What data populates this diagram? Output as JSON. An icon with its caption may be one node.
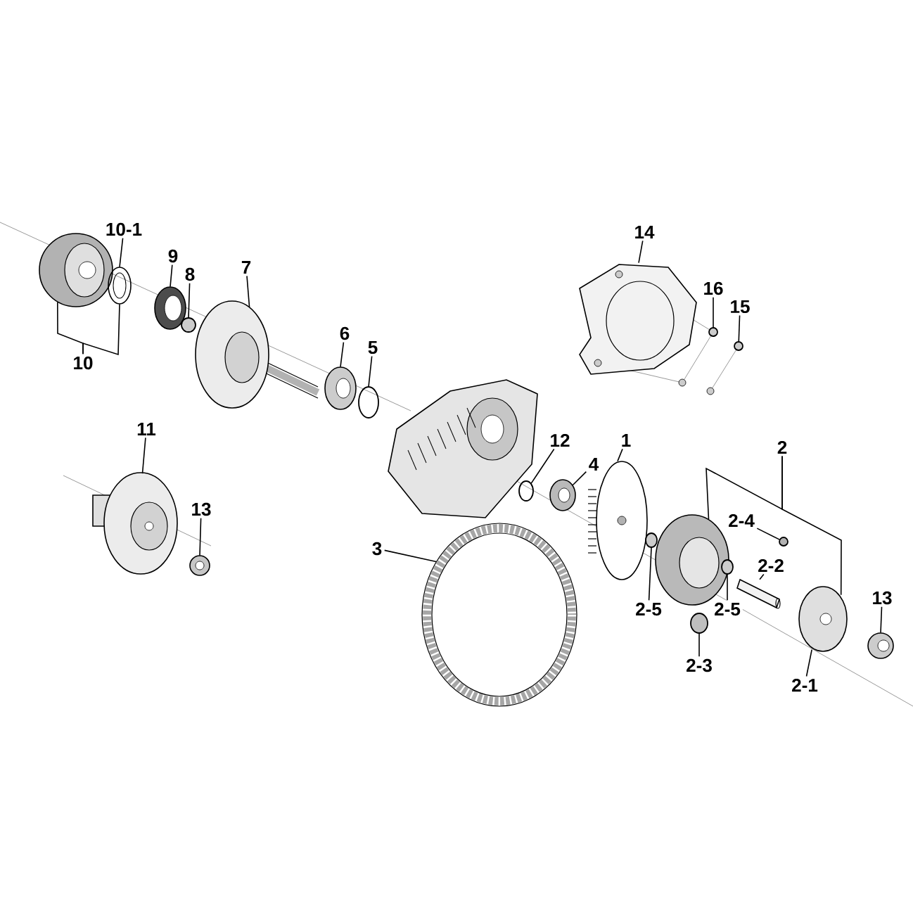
{
  "diagram": {
    "nodes": [
      {
        "text": [
          "14"
        ]
      },
      {
        "text": [
          "10-1"
        ]
      },
      {
        "text": [
          "9"
        ]
      },
      {
        "text": [
          "8"
        ]
      },
      {
        "text": [
          "7"
        ]
      },
      {
        "text": [
          "16"
        ]
      },
      {
        "text": [
          "15"
        ]
      },
      {
        "text": [
          "6"
        ]
      },
      {
        "text": [
          "5"
        ]
      },
      {
        "text": [
          "10"
        ]
      },
      {
        "text": [
          "11"
        ]
      },
      {
        "text": [
          "12"
        ]
      },
      {
        "text": [
          "1"
        ]
      },
      {
        "text": [
          "2"
        ]
      },
      {
        "text": [
          "4"
        ]
      },
      {
        "text": [
          "13"
        ]
      },
      {
        "text": [
          "2-4"
        ]
      },
      {
        "text": [
          "3"
        ]
      },
      {
        "text": [
          "2-2"
        ]
      },
      {
        "text": [
          "13"
        ]
      },
      {
        "text": [
          "2-5"
        ]
      },
      {
        "text": [
          "2-5"
        ]
      },
      {
        "text": [
          "2-3"
        ]
      },
      {
        "text": [
          "2-1"
        ]
      },
      {
        "text": [],
        "shape": "picture"
      },
      {
        "text": [],
        "shape": "picture"
      },
      {
        "text": [],
        "shape": "picture"
      },
      {
        "text": [],
        "shape": "picture"
      },
      {
        "text": [],
        "shape": "circle"
      },
      {
        "text": [],
        "shape": "picture"
      },
      {
        "text": [],
        "shape": "picture"
      },
      {
        "text": [],
        "shape": "picture"
      },
      {
        "text": [],
        "shape": "circle"
      },
      {
        "text": [],
        "shape": "picture"
      },
      {
        "text": [],
        "shape": "circle"
      },
      {
        "text": [],
        "shape": "picture"
      },
      {
        "text": [],
        "shape": "picture"
      },
      {
        "text": [],
        "shape": "picture"
      },
      {
        "text": [],
        "shape": "circle"
      },
      {
        "text": [],
        "shape": "picture"
      },
      {
        "text": [],
        "shape": "circle"
      },
      {
        "text": [],
        "shape": "circle"
      },
      {
        "text": [],
        "shape": "circle"
      },
      {
        "text": [],
        "shape": "circle"
      },
      {
        "text": [],
        "shape": "cylinder"
      },
      {
        "text": [],
        "shape": "circle"
      },
      {
        "text": [],
        "shape": "picture"
      },
      {
        "text": [],
        "shape": "picture"
      }
    ],
    "edges": [
      {
        "from": 0,
        "to": 37,
        "arrow": "none"
      },
      {
        "from": 1,
        "to": 25,
        "arrow": "none"
      },
      {
        "from": 2,
        "to": 27,
        "arrow": "none"
      },
      {
        "from": 3,
        "to": 28,
        "arrow": "none"
      },
      {
        "from": 4,
        "to": 30,
        "arrow": "none"
      },
      {
        "from": 5,
        "to": 41,
        "arrow": "none"
      },
      {
        "from": 6,
        "to": 43,
        "arrow": "none"
      },
      {
        "from": 7,
        "to": 31,
        "arrow": "none"
      },
      {
        "from": 8,
        "to": 32,
        "arrow": "none"
      },
      {
        "from": 9,
        "to": 24,
        "arrow": "none"
      },
      {
        "from": 9,
        "to": 25,
        "arrow": "none"
      },
      {
        "from": 10,
        "to": 26,
        "arrow": "none"
      },
      {
        "from": 11,
        "to": 34,
        "arrow": "none"
      },
      {
        "from": 12,
        "to": 36,
        "arrow": "none"
      },
      {
        "from": 13,
        "to": 39,
        "arrow": "none"
      },
      {
        "from": 13,
        "to": 46,
        "arrow": "none"
      },
      {
        "from": 14,
        "to": 35,
        "arrow": "none"
      },
      {
        "from": 15,
        "to": 29,
        "arrow": "none"
      },
      {
        "from": 16,
        "to": 45,
        "arrow": "none"
      },
      {
        "from": 17,
        "to": 33,
        "arrow": "none"
      },
      {
        "from": 18,
        "to": 44,
        "arrow": "none"
      },
      {
        "from": 19,
        "to": 47,
        "arrow": "none"
      },
      {
        "from": 20,
        "to": 38,
        "arrow": "none"
      },
      {
        "from": 21,
        "to": 42,
        "arrow": "none"
      },
      {
        "from": 22,
        "to": 40,
        "arrow": "none"
      },
      {
        "from": 23,
        "to": 46,
        "arrow": "none"
      }
    ]
  }
}
